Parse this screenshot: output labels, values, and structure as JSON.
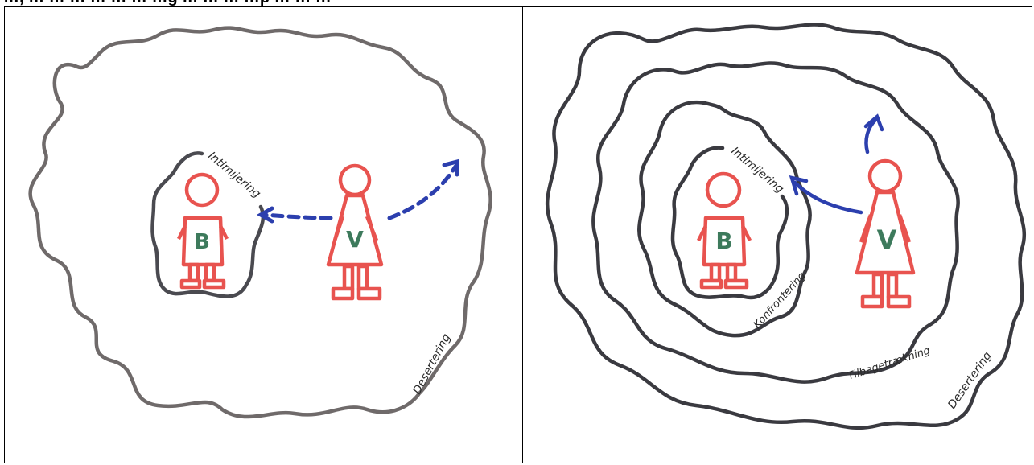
{
  "header": {
    "text": "…, … … … … … … …g … … … …p … … …"
  },
  "left_panel": {
    "labels": {
      "inner": "Intimijering",
      "outer": "Desertering"
    },
    "figures": {
      "child": "B",
      "parent": "V"
    }
  },
  "right_panel": {
    "labels": {
      "inner": "Intimijering",
      "ring2": "Konfrontering",
      "ring3": "Tilbagetrækning",
      "outer": "Desertering"
    },
    "figures": {
      "child": "B",
      "parent": "V"
    }
  },
  "colors": {
    "figure": "#e8534f",
    "letter": "#3d7a5c",
    "arrow": "#2c3fae",
    "outline_light": "#6f6a6a",
    "outline_dark": "#3a3a40"
  }
}
